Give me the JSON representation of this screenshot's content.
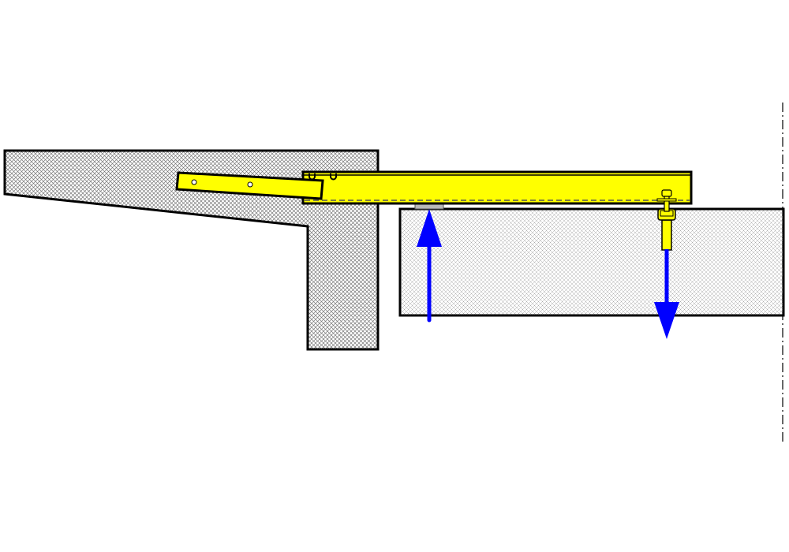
{
  "diagram": {
    "colors": {
      "beam": "#ffff00",
      "arrow": "#0000ff",
      "outline": "#000000",
      "hatch": "#888888",
      "bearing_pad": "#b8b8b8"
    },
    "elements": [
      "left-concrete-abutment",
      "right-concrete-slab",
      "yellow-steel-beam",
      "tilted-connector-plate",
      "bearing-pad",
      "upward-force-arrow",
      "downward-force-arrow",
      "anchor-bolt",
      "centerline"
    ]
  }
}
